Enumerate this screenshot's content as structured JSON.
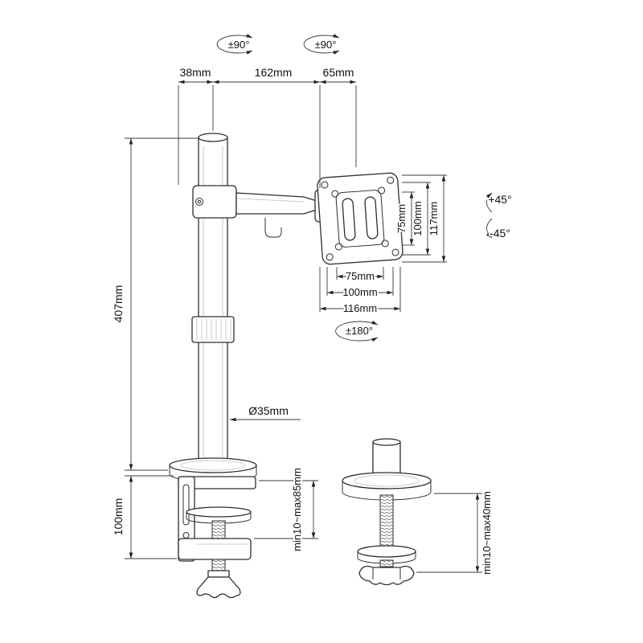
{
  "page": {
    "background": "#ffffff",
    "line_color": "#2e2e2e"
  },
  "labels": {
    "arm_rotation_left": "±90°",
    "arm_rotation_right": "±90°",
    "pole_offset": "38mm",
    "arm_length": "162mm",
    "head_depth": "65mm",
    "pole_height": "407mm",
    "clamp_height": "100mm",
    "pole_diameter": "Ø35mm",
    "vesa_vertical_75": "75mm",
    "vesa_vertical_100": "100mm",
    "plate_height": "117mm",
    "vesa_horizontal_75": "75mm",
    "vesa_horizontal_100": "100mm",
    "plate_width": "116mm",
    "swivel_range": "±180°",
    "tilt_up": "+45°",
    "tilt_down": "-45°",
    "clamp_thickness_range": "min10~max85mm",
    "grommet_thickness_range": "min10~max40mm"
  }
}
